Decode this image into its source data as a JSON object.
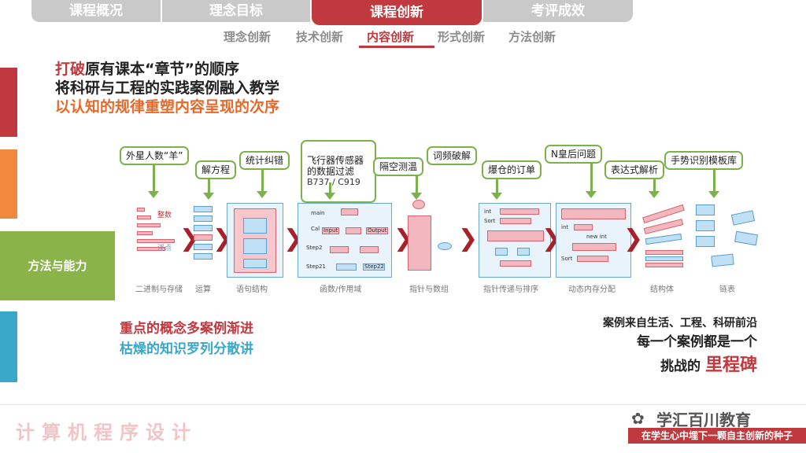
{
  "tabs": [
    {
      "label": "课程概况"
    },
    {
      "label": "理念目标"
    },
    {
      "label": "课程创新"
    },
    {
      "label": "考评成效"
    }
  ],
  "subtabs": [
    {
      "label": "理念创新"
    },
    {
      "label": "技术创新"
    },
    {
      "label": "内容创新"
    },
    {
      "label": "形式创新"
    },
    {
      "label": "方法创新"
    }
  ],
  "sidebar": {
    "label": "方法与能力"
  },
  "headline": {
    "line1_red": "打破",
    "line1_rest": "原有课本“章节”的顺序",
    "line2": "将科研与工程的实践案例融入教学",
    "line3": "以认知的规律重塑内容呈现的次序"
  },
  "topics": [
    {
      "label": "外星人数“羊”"
    },
    {
      "label": "解方程"
    },
    {
      "label": "统计纠错"
    },
    {
      "label": "飞行器传感器\n的数据过滤",
      "extra": "B737 / C919"
    },
    {
      "label": "隔空测温"
    },
    {
      "label": "词频破解"
    },
    {
      "label": "爆仓的订单"
    },
    {
      "label": "N皇后问题"
    },
    {
      "label": "表达式解析"
    },
    {
      "label": "手势识别模板库"
    }
  ],
  "captions": [
    {
      "label": "二进制与存储"
    },
    {
      "label": "运算"
    },
    {
      "label": "语句结构"
    },
    {
      "label": "函数/作用域"
    },
    {
      "label": "指针与数组"
    },
    {
      "label": "指针传递与排序"
    },
    {
      "label": "动态内存分配"
    },
    {
      "label": "结构体"
    },
    {
      "label": "链表"
    }
  ],
  "panel_text": {
    "shu": "整数",
    "fu": "浮点",
    "main": "main",
    "cal": "Cal",
    "step2": "Step2",
    "step21": "Step21",
    "input": "Input",
    "output": "Output",
    "step22": "Step22",
    "int": "int",
    "sort": "Sort",
    "new_int": "new int"
  },
  "bottom_left": {
    "line1": "重点的概念多案例渐进",
    "line2": "枯燥的知识罗列分散讲"
  },
  "bottom_right": {
    "line1": "案例来自生活、工程、科研前沿",
    "line2": "每一个案例都是一个",
    "line3_a": "挑战的",
    "line3_b": "里程碑"
  },
  "footer": {
    "course": "计算机程序设计",
    "brand": "学汇百川教育",
    "slogan": "在学生心中埋下一颗自主创新的种子"
  },
  "colors": {
    "accent_red": "#c0393f",
    "accent_orange": "#f0883d",
    "accent_green": "#8ab34a",
    "accent_blue": "#39a8c8"
  }
}
